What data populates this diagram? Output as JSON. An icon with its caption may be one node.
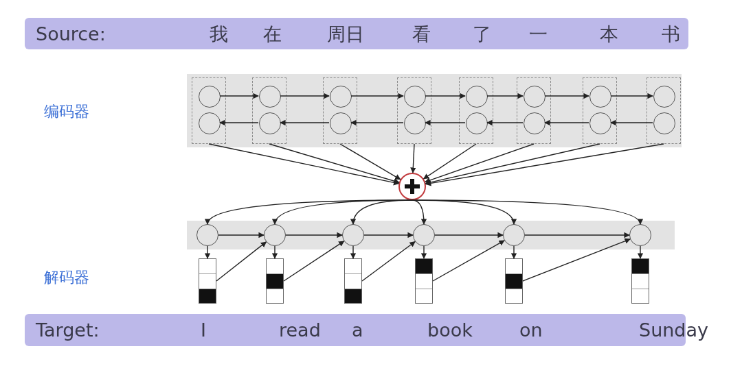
{
  "diagram": {
    "nodes": [
      {
        "text": [
          "Source:",
          "我",
          "在",
          "周日",
          "看",
          "了",
          "一",
          "本",
          "书"
        ]
      },
      {
        "text": [],
        "shape": "box"
      },
      {
        "text": [],
        "shape": "box",
        "in": 1
      },
      {
        "text": [],
        "shape": "box",
        "in": 1
      },
      {
        "text": [],
        "shape": "box",
        "in": 1
      },
      {
        "text": [],
        "shape": "box",
        "in": 1
      },
      {
        "text": [],
        "shape": "box",
        "in": 1
      },
      {
        "text": [],
        "shape": "box",
        "in": 1
      },
      {
        "text": [],
        "shape": "box",
        "in": 1
      },
      {
        "text": [],
        "shape": "box",
        "in": 1
      },
      {
        "text": [],
        "shape": "circle",
        "in": 2
      },
      {
        "text": [],
        "shape": "circle",
        "in": 2
      },
      {
        "text": [],
        "shape": "circle",
        "in": 3
      },
      {
        "text": [],
        "shape": "circle",
        "in": 3
      },
      {
        "text": [],
        "shape": "circle",
        "in": 4
      },
      {
        "text": [],
        "shape": "circle",
        "in": 4
      },
      {
        "text": [],
        "shape": "circle",
        "in": 5
      },
      {
        "text": [],
        "shape": "circle",
        "in": 5
      },
      {
        "text": [],
        "shape": "circle",
        "in": 6
      },
      {
        "text": [],
        "shape": "circle",
        "in": 6
      },
      {
        "text": [],
        "shape": "circle",
        "in": 7
      },
      {
        "text": [],
        "shape": "circle",
        "in": 7
      },
      {
        "text": [],
        "shape": "circle",
        "in": 8
      },
      {
        "text": [],
        "shape": "circle",
        "in": 8
      },
      {
        "text": [],
        "shape": "circle",
        "in": 9
      },
      {
        "text": [],
        "shape": "circle",
        "in": 9
      },
      {
        "text": [],
        "shape": "circle"
      },
      {
        "text": [],
        "shape": "box"
      },
      {
        "text": [],
        "shape": "circle",
        "in": 27
      },
      {
        "text": [],
        "shape": "circle",
        "in": 27
      },
      {
        "text": [],
        "shape": "circle",
        "in": 27
      },
      {
        "text": [],
        "shape": "circle",
        "in": 27
      },
      {
        "text": [],
        "shape": "circle",
        "in": 27
      },
      {
        "text": [],
        "shape": "circle",
        "in": 27
      },
      {
        "text": [],
        "shape": "bar"
      },
      {
        "text": [],
        "shape": "bar"
      },
      {
        "text": [],
        "shape": "bar"
      },
      {
        "text": [],
        "shape": "bar"
      },
      {
        "text": [],
        "shape": "bar"
      },
      {
        "text": [],
        "shape": "bar"
      },
      {
        "text": [
          "Target:",
          "I",
          "read",
          "a",
          "book",
          "on",
          "Sunday"
        ]
      }
    ],
    "edges": [
      {
        "from": 10,
        "to": 12,
        "arrow": "to"
      },
      {
        "from": 12,
        "to": 14,
        "arrow": "to"
      },
      {
        "from": 14,
        "to": 16,
        "arrow": "to"
      },
      {
        "from": 16,
        "to": 18,
        "arrow": "to"
      },
      {
        "from": 18,
        "to": 20,
        "arrow": "to"
      },
      {
        "from": 20,
        "to": 22,
        "arrow": "to"
      },
      {
        "from": 22,
        "to": 24,
        "arrow": "to"
      },
      {
        "from": 13,
        "to": 11,
        "arrow": "to"
      },
      {
        "from": 15,
        "to": 13,
        "arrow": "to"
      },
      {
        "from": 17,
        "to": 15,
        "arrow": "to"
      },
      {
        "from": 19,
        "to": 17,
        "arrow": "to"
      },
      {
        "from": 21,
        "to": 19,
        "arrow": "to"
      },
      {
        "from": 23,
        "to": 21,
        "arrow": "to"
      },
      {
        "from": 25,
        "to": 23,
        "arrow": "to"
      },
      {
        "from": 2,
        "to": 26,
        "arrow": "to"
      },
      {
        "from": 3,
        "to": 26,
        "arrow": "to"
      },
      {
        "from": 4,
        "to": 26,
        "arrow": "to"
      },
      {
        "from": 5,
        "to": 26,
        "arrow": "to"
      },
      {
        "from": 6,
        "to": 26,
        "arrow": "to"
      },
      {
        "from": 7,
        "to": 26,
        "arrow": "to"
      },
      {
        "from": 8,
        "to": 26,
        "arrow": "to"
      },
      {
        "from": 9,
        "to": 26,
        "arrow": "to"
      },
      {
        "from": 26,
        "to": 28,
        "arrow": "to"
      },
      {
        "from": 26,
        "to": 29,
        "arrow": "to"
      },
      {
        "from": 26,
        "to": 30,
        "arrow": "to"
      },
      {
        "from": 26,
        "to": 31,
        "arrow": "to"
      },
      {
        "from": 26,
        "to": 32,
        "arrow": "to"
      },
      {
        "from": 26,
        "to": 33,
        "arrow": "to"
      },
      {
        "from": 28,
        "to": 29,
        "arrow": "to"
      },
      {
        "from": 29,
        "to": 30,
        "arrow": "to"
      },
      {
        "from": 30,
        "to": 31,
        "arrow": "to"
      },
      {
        "from": 31,
        "to": 32,
        "arrow": "to"
      },
      {
        "from": 32,
        "to": 33,
        "arrow": "to"
      },
      {
        "from": 28,
        "to": 34,
        "arrow": "to"
      },
      {
        "from": 29,
        "to": 35,
        "arrow": "to"
      },
      {
        "from": 30,
        "to": 36,
        "arrow": "to"
      },
      {
        "from": 31,
        "to": 37,
        "arrow": "to"
      },
      {
        "from": 32,
        "to": 38,
        "arrow": "to"
      },
      {
        "from": 33,
        "to": 39,
        "arrow": "to"
      },
      {
        "from": 34,
        "to": 29,
        "arrow": "to"
      },
      {
        "from": 35,
        "to": 30,
        "arrow": "to"
      },
      {
        "from": 36,
        "to": 31,
        "arrow": "to"
      },
      {
        "from": 37,
        "to": 32,
        "arrow": "to"
      },
      {
        "from": 38,
        "to": 33,
        "arrow": "to"
      }
    ],
    "labels": [
      "编码器",
      "解码器"
    ]
  }
}
